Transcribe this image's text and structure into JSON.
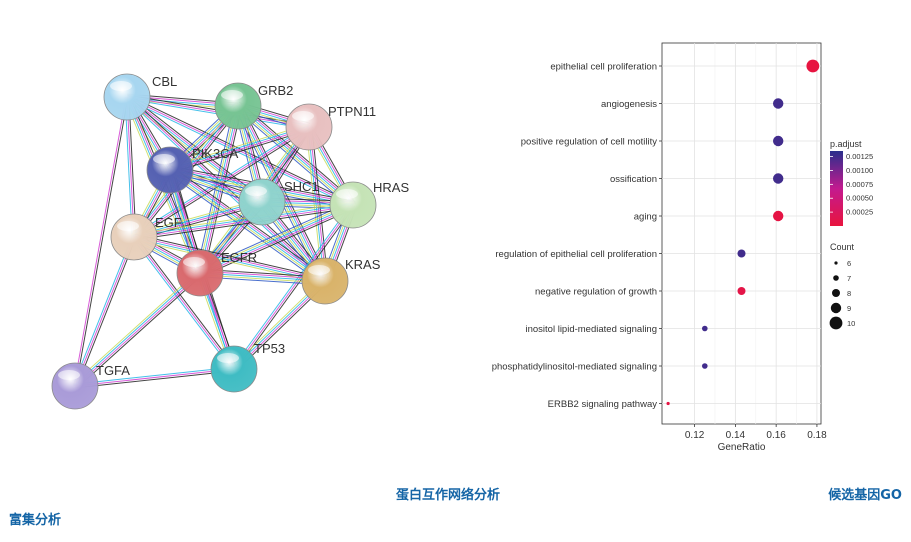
{
  "captions": {
    "network_caption": "蛋白互作网络分析",
    "go_caption_part1": "候选基因GO",
    "go_caption_part2": "富集分析"
  },
  "network": {
    "nodes": [
      {
        "id": "CBL",
        "label": "CBL",
        "color": "#a7d6f0"
      },
      {
        "id": "GRB2",
        "label": "GRB2",
        "color": "#77c493"
      },
      {
        "id": "PTPN11",
        "label": "PTPN11",
        "color": "#e8c0c0"
      },
      {
        "id": "PIK3CA",
        "label": "PIK3CA",
        "color": "#5561b2"
      },
      {
        "id": "SHC1",
        "label": "SHC1",
        "color": "#8fd3cd"
      },
      {
        "id": "HRAS",
        "label": "HRAS",
        "color": "#c5e3b6"
      },
      {
        "id": "EGF",
        "label": "EGF",
        "color": "#e8d0bb"
      },
      {
        "id": "EGFR",
        "label": "EGFR",
        "color": "#d96a6e"
      },
      {
        "id": "KRAS",
        "label": "KRAS",
        "color": "#d9b36a"
      },
      {
        "id": "TP53",
        "label": "TP53",
        "color": "#3fbcc3"
      },
      {
        "id": "TGFA",
        "label": "TGFA",
        "color": "#a99bd8"
      }
    ],
    "edge_colors": [
      "#222222",
      "#d23fd2",
      "#23b5e6",
      "#c8dc5a",
      "#2a56c4"
    ]
  },
  "chart_data": {
    "type": "scatter",
    "categories": [
      "epithelial cell proliferation",
      "angiogenesis",
      "positive regulation of cell motility",
      "ossification",
      "aging",
      "regulation of epithelial cell proliferation",
      "negative regulation of growth",
      "inositol lipid-mediated signaling",
      "phosphatidylinositol-mediated signaling",
      "ERBB2 signaling pathway"
    ],
    "gene_ratio": [
      0.178,
      0.161,
      0.161,
      0.161,
      0.161,
      0.143,
      0.143,
      0.125,
      0.125,
      0.107
    ],
    "count": [
      10,
      9,
      9,
      9,
      9,
      8,
      8,
      7,
      7,
      6
    ],
    "p_adjust": [
      2e-05,
      0.00125,
      0.00125,
      0.00125,
      5e-05,
      0.00125,
      8e-05,
      0.00125,
      0.00125,
      5e-05
    ],
    "xlabel": "GeneRatio",
    "xticks": [
      0.12,
      0.14,
      0.16,
      0.18
    ],
    "xlim": [
      0.104,
      0.182
    ],
    "color_legend": {
      "title": "p.adjust",
      "ticks": [
        "0.00125",
        "0.00100",
        "0.00075",
        "0.00050",
        "0.00025"
      ],
      "range": [
        0.0,
        0.00135
      ],
      "low_color": "#e8143e",
      "high_color": "#2a2f8c"
    },
    "size_legend": {
      "title": "Count",
      "values": [
        6,
        7,
        8,
        9,
        10
      ],
      "labels": [
        "6",
        "7",
        "8",
        "9",
        "10"
      ]
    },
    "grid": true,
    "legend_placement": "right"
  }
}
